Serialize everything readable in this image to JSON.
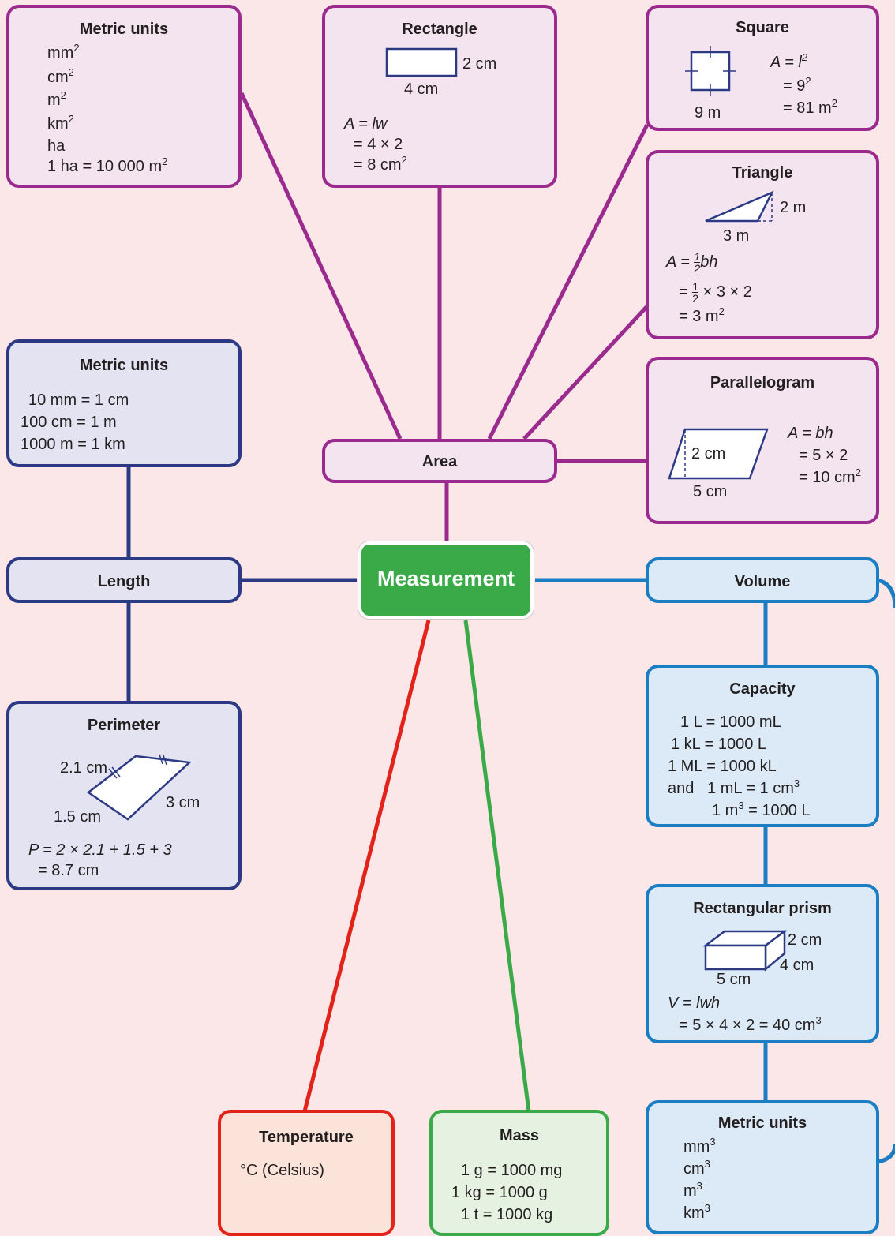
{
  "central": "Measurement",
  "area": {
    "label": "Area",
    "units": {
      "title": "Metric units",
      "u1": "mm",
      "u2": "cm",
      "u3": "m",
      "u4": "km",
      "exp": "2",
      "ha": "ha",
      "conv_a": "1 ha = 10 000 m",
      "conv_exp": "2"
    },
    "rectangle": {
      "title": "Rectangle",
      "w": "2 cm",
      "l": "4 cm",
      "f1": "A = lw",
      "f2": "= 4 × 2",
      "f3": "= 8 cm",
      "f3_exp": "2"
    },
    "square": {
      "title": "Square",
      "side": "9 m",
      "f1": "A = l",
      "f1_exp": "2",
      "f2": "= 9",
      "f2_exp": "2",
      "f3": "= 81 m",
      "f3_exp": "2"
    },
    "triangle": {
      "title": "Triangle",
      "h": "2 m",
      "b": "3 m",
      "f1_a": "A =",
      "f1_b": "bh",
      "f2_a": "=",
      "f2_b": "× 3 × 2",
      "f3": "= 3 m",
      "f3_exp": "2",
      "half_n": "1",
      "half_d": "2"
    },
    "parallelogram": {
      "title": "Parallelogram",
      "h": "2 cm",
      "b": "5 cm",
      "f1": "A = bh",
      "f2": "= 5 × 2",
      "f3": "= 10 cm",
      "f3_exp": "2"
    }
  },
  "length": {
    "label": "Length",
    "units": {
      "title": "Metric units",
      "c1": "10 mm = 1 cm",
      "c2": "100 cm = 1 m",
      "c3": "1000 m = 1 km"
    },
    "perimeter": {
      "title": "Perimeter",
      "s1": "2.1 cm",
      "s2": "3 cm",
      "s3": "1.5 cm",
      "f1": "P = 2 × 2.1 + 1.5 + 3",
      "f2": "= 8.7 cm"
    }
  },
  "volume": {
    "label": "Volume",
    "capacity": {
      "title": "Capacity",
      "c1": "1 L = 1000 mL",
      "c2": "1 kL = 1000 L",
      "c3": "1 ML = 1000 kL",
      "c4": "and   1 mL = 1 cm",
      "c4_exp": "3",
      "c5a": "1 m",
      "c5_exp": "3",
      "c5b": " = 1000 L"
    },
    "prism": {
      "title": "Rectangular prism",
      "h": "2 cm",
      "w": "4 cm",
      "l": "5 cm",
      "f1": "V = lwh",
      "f2": "= 5 × 4 × 2 = 40 cm",
      "f2_exp": "3"
    },
    "units": {
      "title": "Metric units",
      "u1": "mm",
      "u2": "cm",
      "u3": "m",
      "u4": "km",
      "exp": "3"
    }
  },
  "temperature": {
    "title": "Temperature",
    "unit": "°C (Celsius)"
  },
  "mass": {
    "title": "Mass",
    "c1": "1 g = 1000 mg",
    "c2": "1 kg = 1000 g",
    "c3": "1 t = 1000 kg"
  },
  "colors": {
    "area": "#9b2a8e",
    "length": "#2c3a84",
    "volume": "#1b7ec2",
    "temperature": "#e2231a",
    "mass": "#3aaa48",
    "background": "#fbe6e8"
  }
}
